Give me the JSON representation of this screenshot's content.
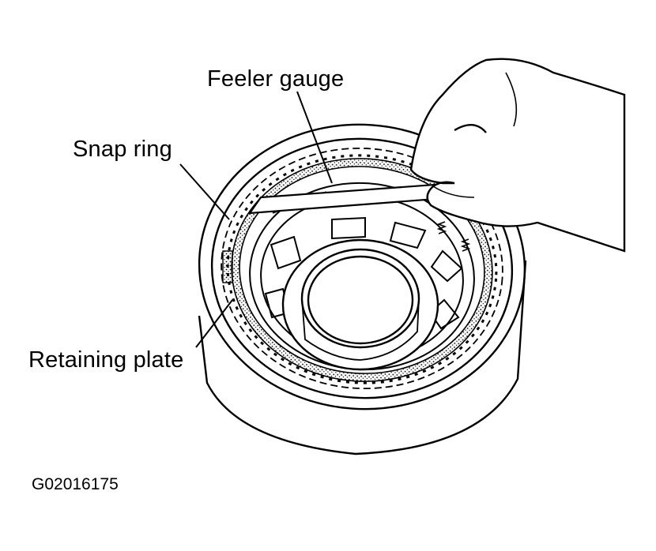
{
  "callouts": {
    "feeler_gauge": "Feeler gauge",
    "snap_ring": "Snap ring",
    "retaining_plate": "Retaining plate"
  },
  "figure_code": "G02016175"
}
